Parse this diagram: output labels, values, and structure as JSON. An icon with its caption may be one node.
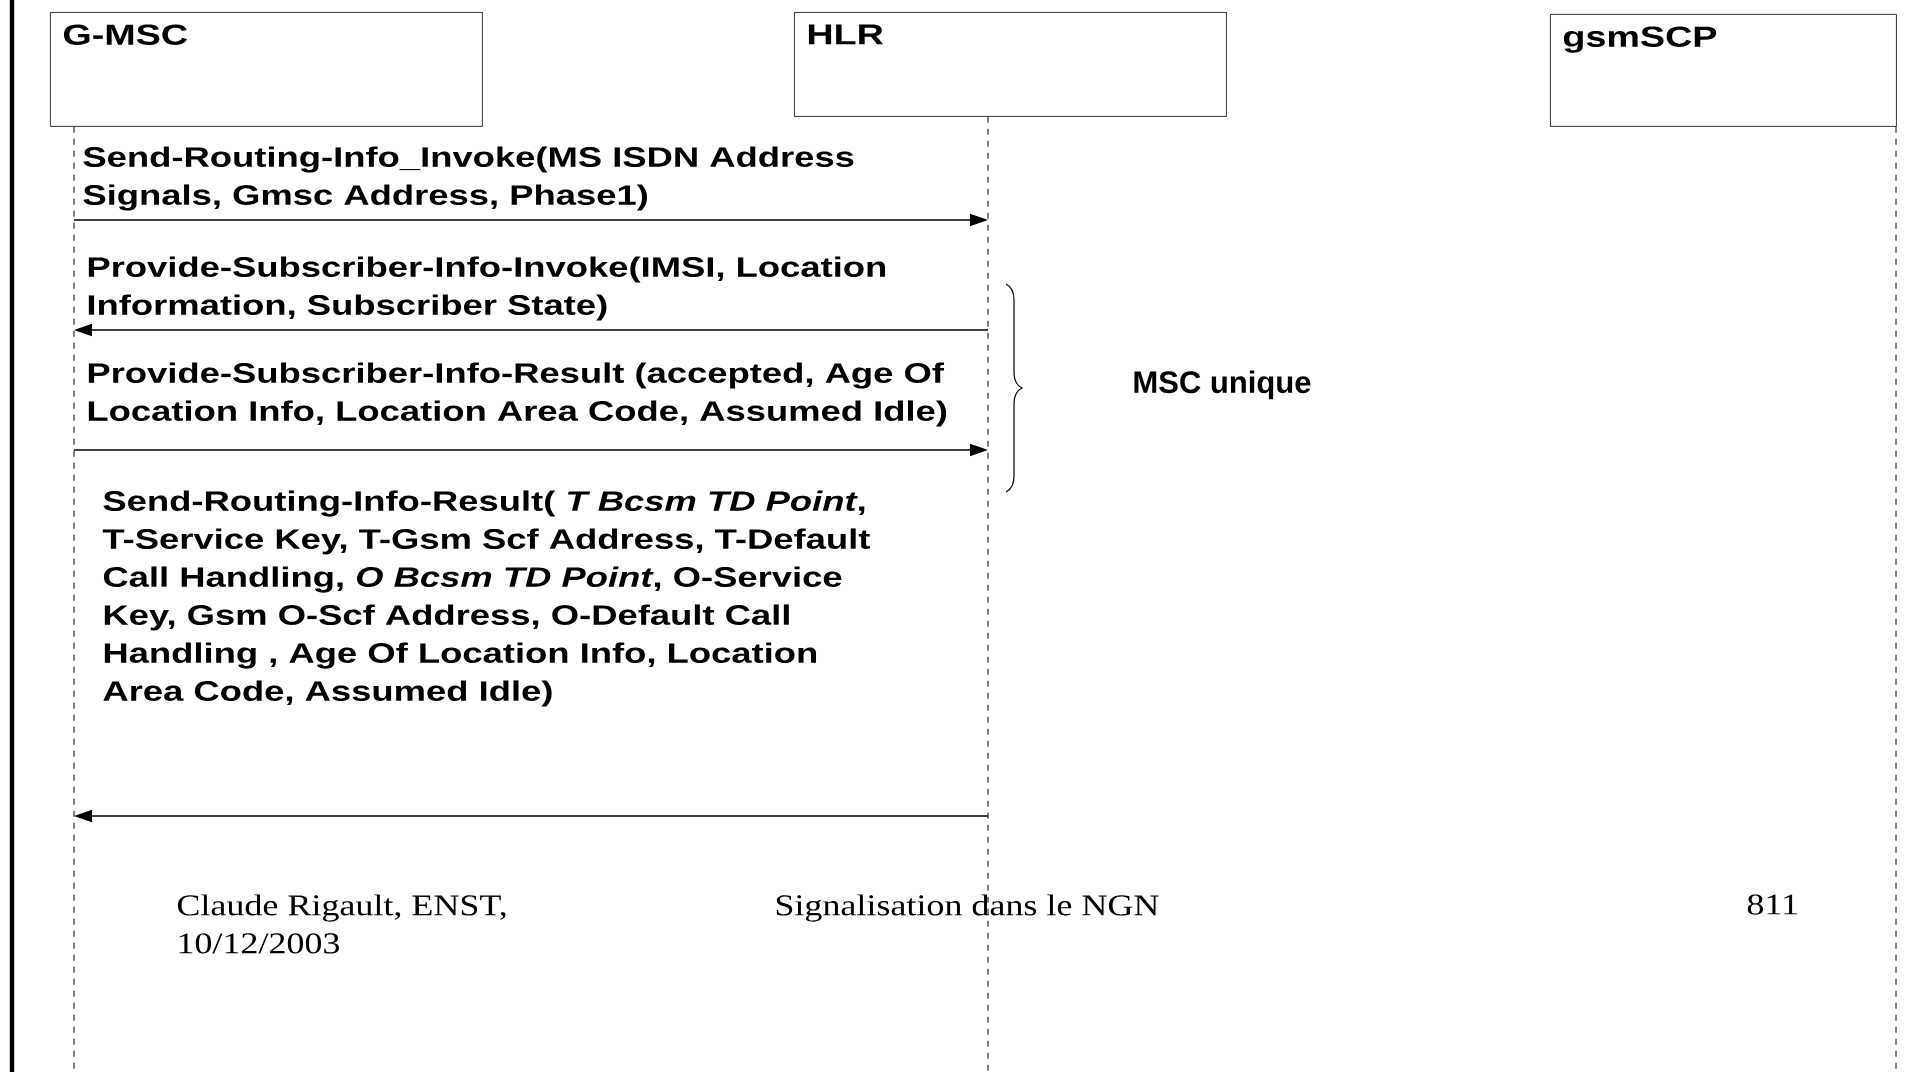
{
  "diagram": {
    "nodes": [
      {
        "text": [
          "G-MSC"
        ]
      },
      {
        "text": [
          "HLR"
        ]
      },
      {
        "text": [
          "gsmSCP"
        ]
      }
    ],
    "edges": [
      {
        "from": 0,
        "to": 1,
        "arrow": "to",
        "label": "Send-Routing-Info_Invoke(MS ISDN Address Signals, Gmsc Address, Phase1)"
      },
      {
        "from": 1,
        "to": 0,
        "arrow": "to",
        "label": "Provide-Subscriber-Info-Invoke(IMSI, Location Information, Subscriber State)"
      },
      {
        "from": 0,
        "to": 1,
        "arrow": "to",
        "label": "Provide-Subscriber-Info-Result (accepted, Age Of Location Info, Location Area Code, Assumed Idle)"
      },
      {
        "from": 1,
        "to": 0,
        "arrow": "to",
        "label": "Send-Routing-Info-Result( *T Bcsm TD Point*, T-Service Key, T-Gsm Scf Address, T-Default Call Handling, *O Bcsm TD Point*, O-Service Key, Gsm O-Scf Address, O-Default Call Handling , Age Of Location Info, Location Area Code, Assumed Idle)"
      }
    ],
    "labels": [
      "MSC unique",
      "Claude Rigault, ENST, 10/12/2003",
      "Signalisation dans le NGN",
      "811"
    ]
  }
}
